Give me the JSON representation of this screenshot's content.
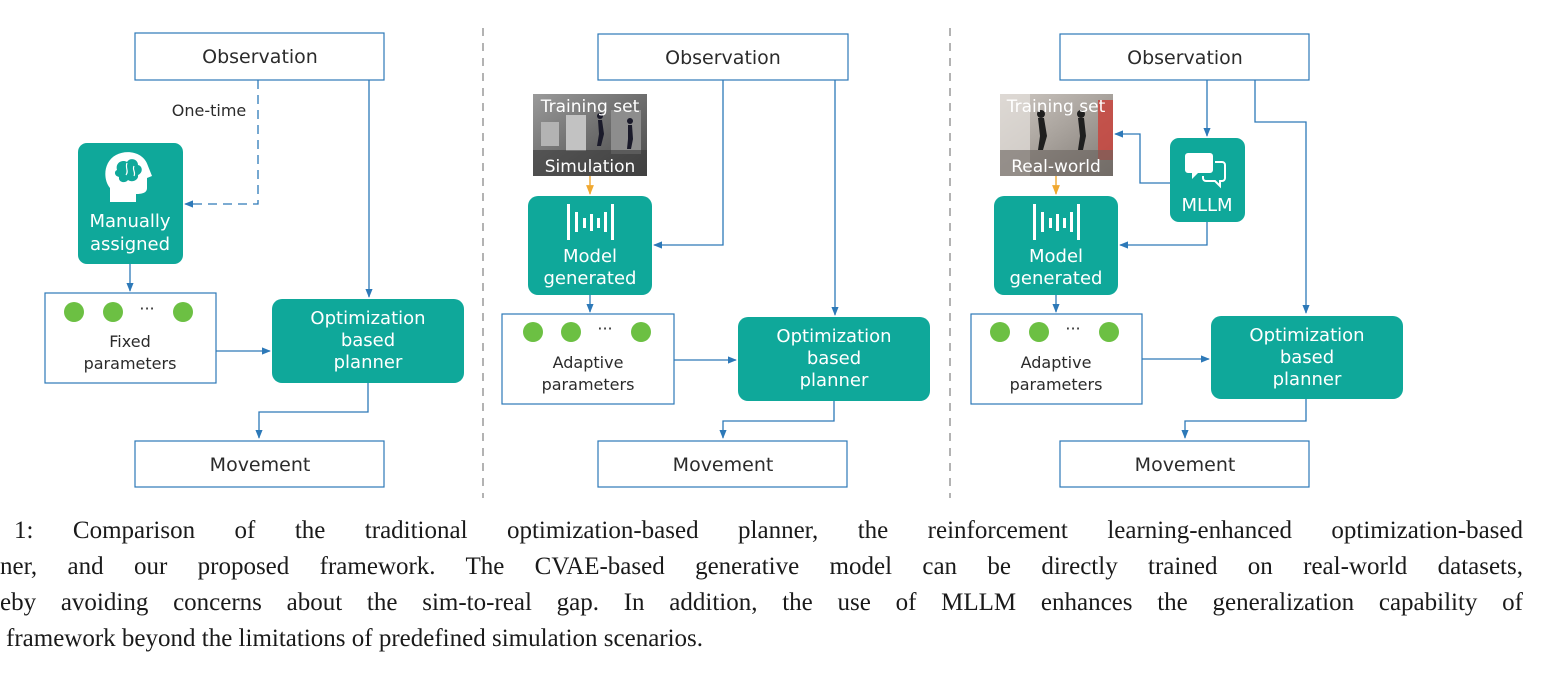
{
  "panel_traditional": {
    "observation": "Observation",
    "one_time": "One-time",
    "manual_line1": "Manually",
    "manual_line2": "assigned",
    "params_line1": "Fixed",
    "params_line2": "parameters",
    "dots_ellipsis": "···",
    "planner_line1": "Optimization",
    "planner_line2": "based",
    "planner_line3": "planner",
    "movement": "Movement"
  },
  "panel_rl": {
    "observation": "Observation",
    "training_set": "Training set",
    "dataset": "Simulation",
    "model_line1": "Model",
    "model_line2": "generated",
    "params_line1": "Adaptive",
    "params_line2": "parameters",
    "dots_ellipsis": "···",
    "planner_line1": "Optimization",
    "planner_line2": "based",
    "planner_line3": "planner",
    "movement": "Movement"
  },
  "panel_ours": {
    "observation": "Observation",
    "training_set": "Training set",
    "dataset": "Real-world",
    "mllm": "MLLM",
    "model_line1": "Model",
    "model_line2": "generated",
    "params_line1": "Adaptive",
    "params_line2": "parameters",
    "dots_ellipsis": "···",
    "planner_line1": "Optimization",
    "planner_line2": "based",
    "planner_line3": "planner",
    "movement": "Movement"
  },
  "caption": {
    "line1": "1: Comparison of the traditional optimization-based planner, the reinforcement learning-enhanced optimization-based",
    "line2": "ner, and our proposed framework. The CVAE-based generative model can be directly trained on real-world datasets,",
    "line3": "eby avoiding concerns about the sim-to-real gap. In addition, the use of MLLM enhances the generalization capability of",
    "line4": "framework beyond the limitations of predefined simulation scenarios."
  },
  "colors": {
    "teal": "#0fa89a",
    "box_border": "#2d79b8",
    "arrow": "#2d79b8",
    "orange_arrow": "#f0a830",
    "dot_green": "#6cc043",
    "divider": "#9a9a9a"
  },
  "icons": [
    "head-brain-icon",
    "waveform-icon",
    "chat-bubbles-icon"
  ]
}
